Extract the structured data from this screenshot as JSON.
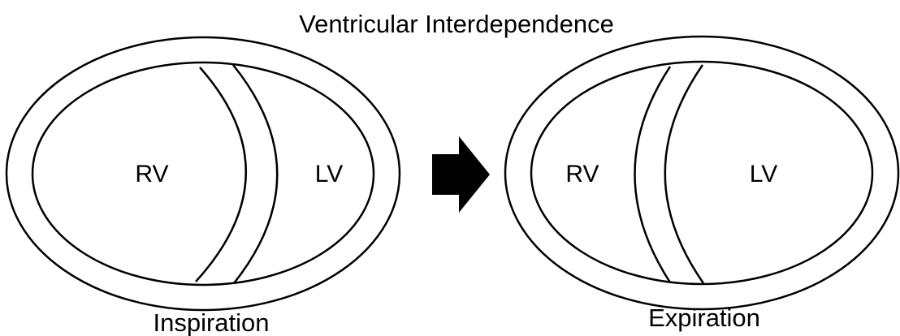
{
  "title": "Ventricular Interdependence",
  "inspiration": {
    "rv_label": "RV",
    "lv_label": "LV",
    "caption": "Inspiration"
  },
  "expiration": {
    "rv_label": "RV",
    "lv_label": "LV",
    "caption": "Expiration"
  },
  "colors": {
    "stroke": "#000000",
    "fill": "#ffffff",
    "arrow": "#000000"
  }
}
